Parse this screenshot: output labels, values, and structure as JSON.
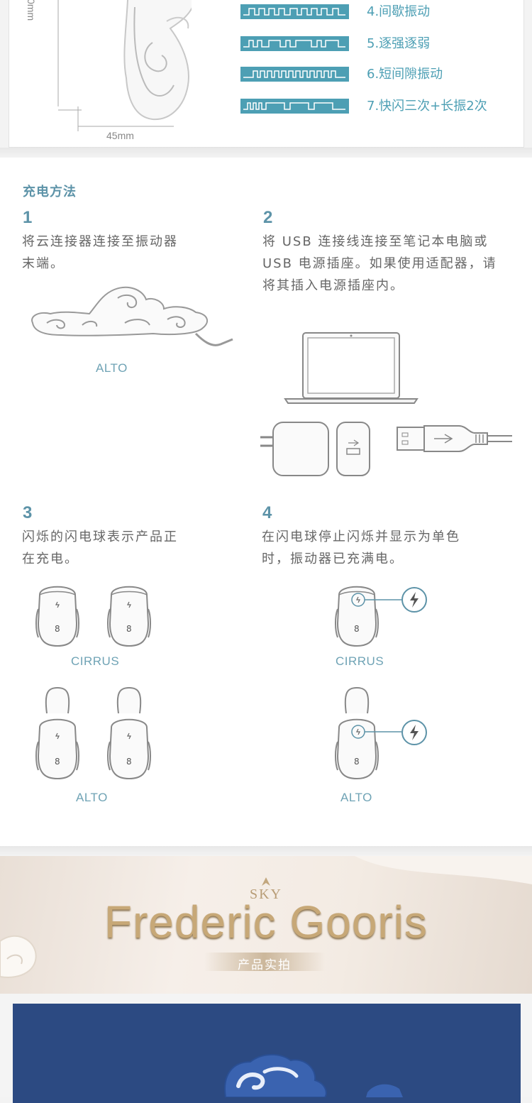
{
  "top_card": {
    "dim_width": "45mm",
    "dim_height": "0mm",
    "modes": [
      "4.间歇振动",
      "5.逐强逐弱",
      "6.短间隙振动",
      "7.快闪三次+长振2次"
    ],
    "accent_color": "#4d9fb4"
  },
  "charging": {
    "title": "充电方法",
    "steps": [
      {
        "num": "1",
        "text_lines": [
          "将云连接器连接至振动器",
          "末端。"
        ],
        "caption": "ALTO"
      },
      {
        "num": "2",
        "text_lines": [
          "将 USB 连接线连接至笔记本电脑或",
          "USB 电源插座。如果使用适配器，请",
          "将其插入电源插座内。"
        ]
      },
      {
        "num": "3",
        "text_lines": [
          "闪烁的闪电球表示产品正",
          "在充电。"
        ],
        "captions": [
          "CIRRUS",
          "ALTO"
        ]
      },
      {
        "num": "4",
        "text_lines": [
          "在闪电球停止闪烁并显示为单色",
          "时，振动器已充满电。"
        ],
        "captions": [
          "CIRRUS",
          "ALTO"
        ]
      }
    ]
  },
  "banner": {
    "sky": "SKY",
    "brand": "Frederic Gooris",
    "subtitle": "产品实拍"
  },
  "icons": [
    "cloud-connector-icon",
    "laptop-icon",
    "wall-adapter-icon",
    "usb-cable-icon",
    "lightning-icon",
    "vibrator-icon"
  ]
}
